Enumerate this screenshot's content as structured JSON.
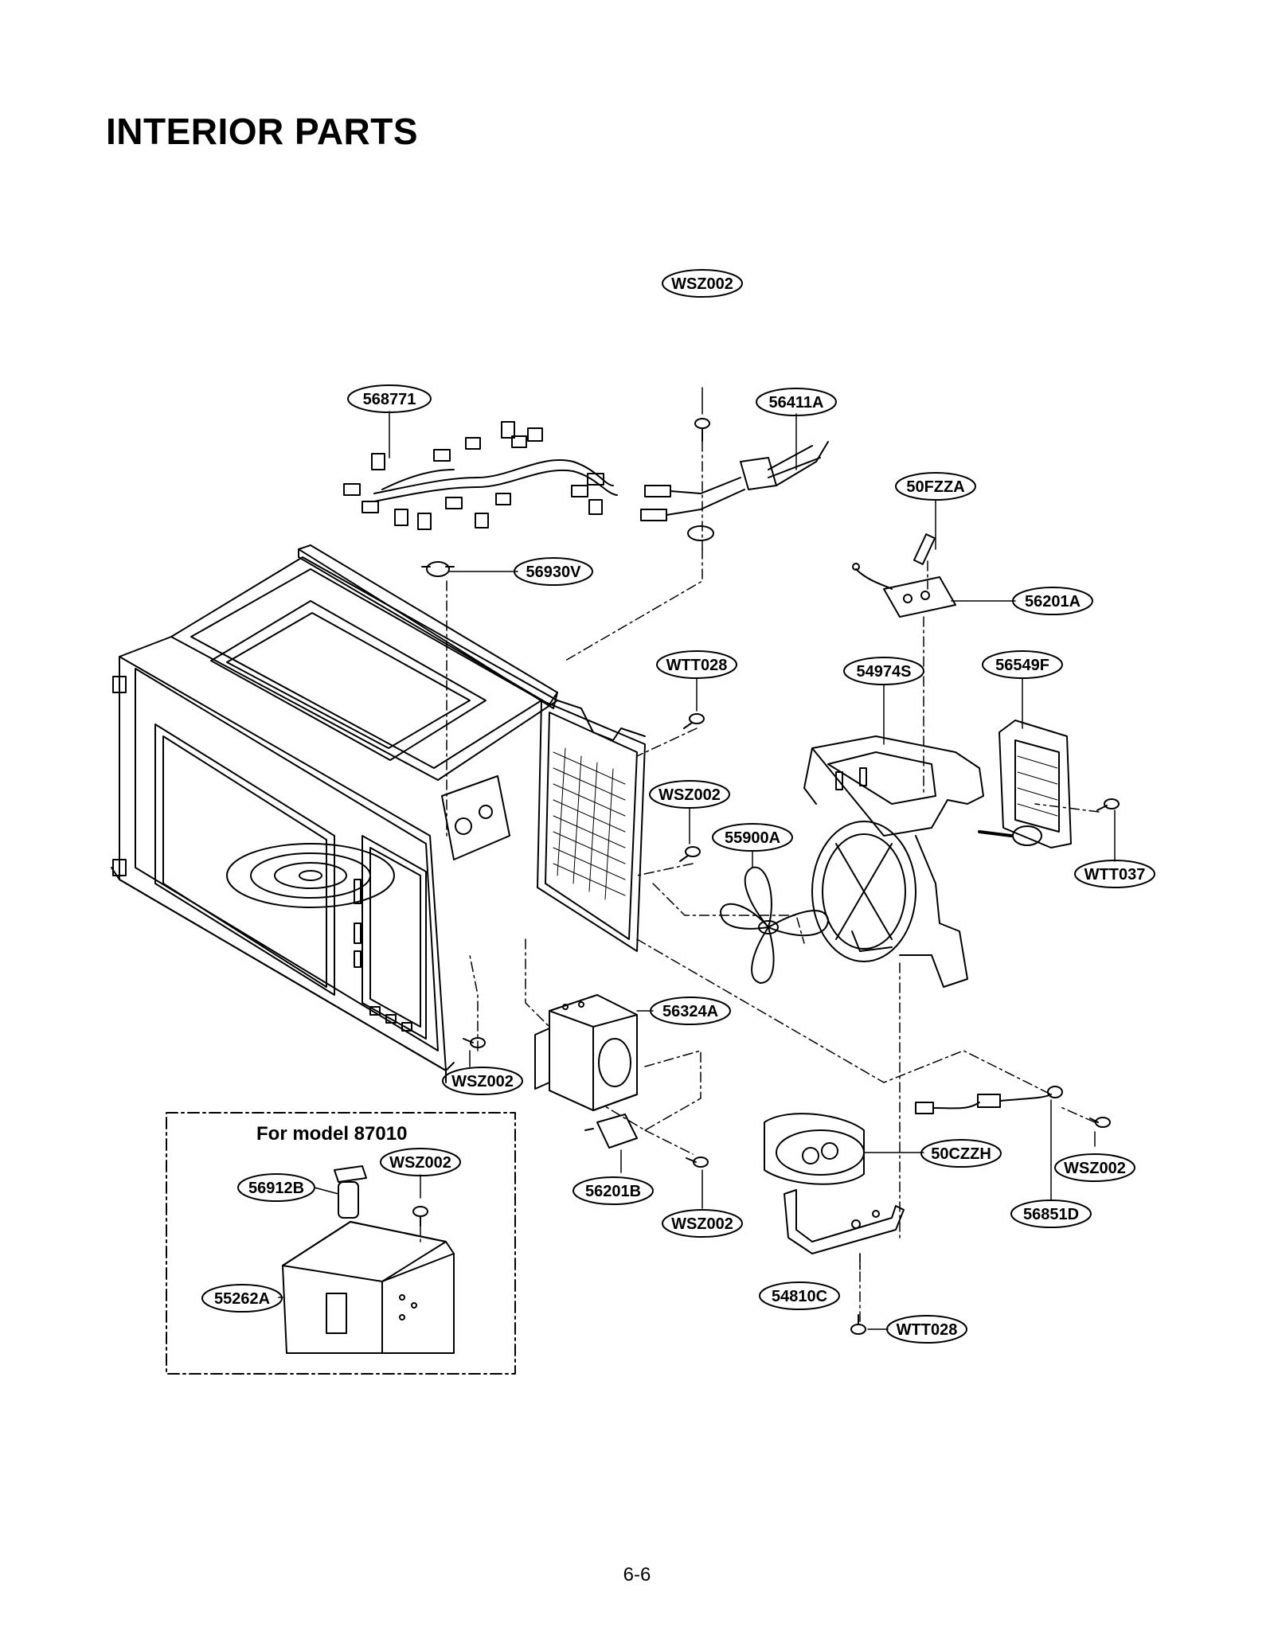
{
  "page": {
    "title": "INTERIOR PARTS",
    "page_number": "6-6"
  },
  "model_box": {
    "title": "For model 87010"
  },
  "callouts": {
    "c_568771": "568771",
    "c_wsz002_top": "WSZ002",
    "c_56411a": "56411A",
    "c_50fzza": "50FZZA",
    "c_56930v": "56930V",
    "c_56201a": "56201A",
    "c_wtt028_mid": "WTT028",
    "c_54974s": "54974S",
    "c_56549f": "56549F",
    "c_wsz002_mid": "WSZ002",
    "c_55900a": "55900A",
    "c_wtt037": "WTT037",
    "c_56324a": "56324A",
    "c_wsz002_left": "WSZ002",
    "c_56912b": "56912B",
    "c_wsz002_box": "WSZ002",
    "c_56201b": "56201B",
    "c_wsz002_bot": "WSZ002",
    "c_50czzh": "50CZZH",
    "c_wsz002_right": "WSZ002",
    "c_56851d": "56851D",
    "c_55262a": "55262A",
    "c_54810c": "54810C",
    "c_wtt028_bot": "WTT028"
  },
  "colors": {
    "ink": "#000000",
    "background": "#ffffff"
  }
}
